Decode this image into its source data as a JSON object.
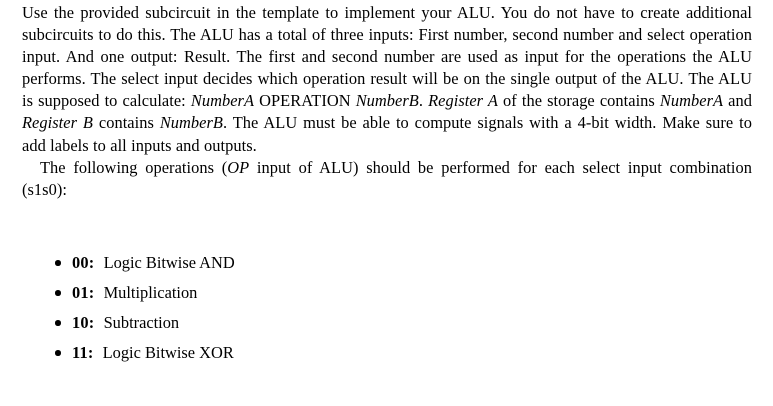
{
  "document": {
    "paragraphs": [
      {
        "id": "intro",
        "segments": [
          {
            "text": "Use the provided subcircuit in the template to implement your ALU. You do not have to create additional subcircuits to do this. The ALU has a total of three inputs: First number, second number and select operation input. And one output: Result. The first and second number are used as input for the operations the ALU performs. The select input decides which operation result will be on the single output of the ALU. The ALU is supposed to calculate: ",
            "style": "roman"
          },
          {
            "text": "NumberA",
            "style": "italic"
          },
          {
            "text": " OPERATION ",
            "style": "roman"
          },
          {
            "text": "NumberB",
            "style": "italic"
          },
          {
            "text": ". ",
            "style": "roman"
          },
          {
            "text": "Register A",
            "style": "italic"
          },
          {
            "text": " of the storage contains ",
            "style": "roman"
          },
          {
            "text": "NumberA",
            "style": "italic"
          },
          {
            "text": " and ",
            "style": "roman"
          },
          {
            "text": "Register B",
            "style": "italic"
          },
          {
            "text": " contains ",
            "style": "roman"
          },
          {
            "text": "NumberB",
            "style": "italic"
          },
          {
            "text": ". The ALU must be able to compute signals with a 4-bit width. Make sure to add labels to all inputs and outputs.",
            "style": "roman"
          }
        ]
      },
      {
        "id": "operations-intro",
        "segments": [
          {
            "text": "The following operations (",
            "style": "roman"
          },
          {
            "text": "OP",
            "style": "italic"
          },
          {
            "text": " input of ALU) should be performed for each select input combination (s1s0):",
            "style": "roman"
          }
        ]
      }
    ],
    "operations": [
      {
        "code": "00:",
        "name": "Logic Bitwise AND"
      },
      {
        "code": "01:",
        "name": "Multiplication"
      },
      {
        "code": "10:",
        "name": "Subtraction"
      },
      {
        "code": "11:",
        "name": "Logic Bitwise XOR"
      }
    ],
    "colors": {
      "text": "#000000",
      "background": "#ffffff"
    }
  }
}
